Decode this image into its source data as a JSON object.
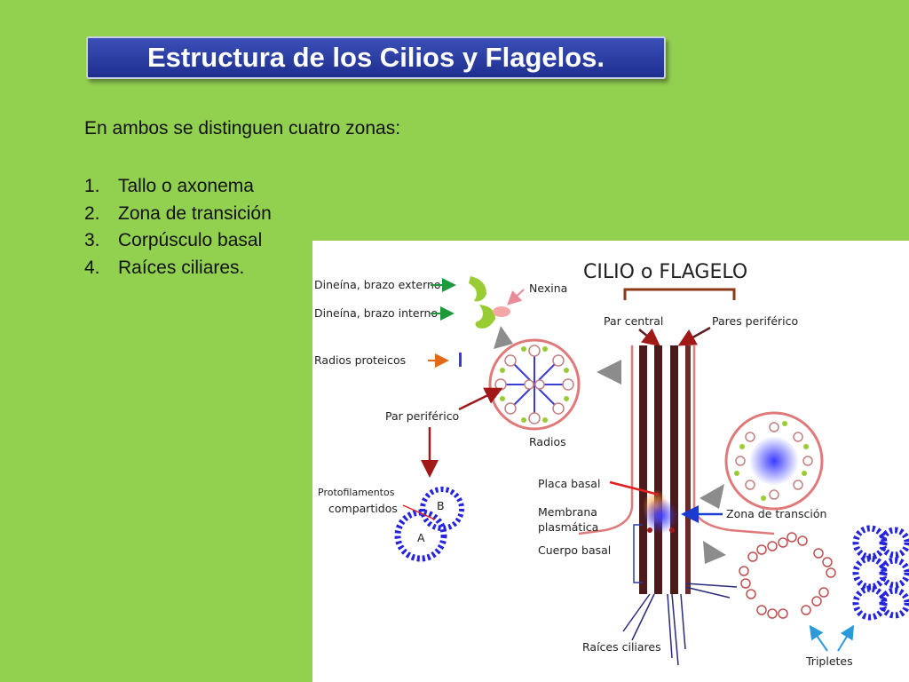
{
  "slide": {
    "title": "Estructura de los Cilios y Flagelos.",
    "intro": "En ambos se distinguen cuatro zonas:",
    "zones": [
      {
        "num": "1.",
        "label": "Tallo o axonema"
      },
      {
        "num": "2.",
        "label": "Zona de transición"
      },
      {
        "num": "3.",
        "label": "Corpúsculo basal"
      },
      {
        "num": "4.",
        "label": "Raíces ciliares."
      }
    ]
  },
  "figure": {
    "title": "CILIO o FLAGELO",
    "labels": {
      "dynein_outer": "Dineína, brazo externo",
      "dynein_inner": "Dineína, brazo interno",
      "nexin": "Nexina",
      "radial_spokes": "Radios proteicos",
      "peripheral_pair": "Par periférico",
      "spokes": "Radios",
      "protofilaments_1": "Protofilamentos",
      "protofilaments_2": "compartidos",
      "tubule_b": "B",
      "tubule_a": "A",
      "central_pair": "Par central",
      "peripheral_pairs": "Pares periférico",
      "basal_plate": "Placa basal",
      "plasma_membrane_1": "Membrana",
      "plasma_membrane_2": "plasmática",
      "basal_body": "Cuerpo basal",
      "transition_zone": "Zona de transción",
      "ciliary_roots": "Raíces ciliares",
      "triplets": "Tripletes"
    },
    "colors": {
      "background": "#92d050",
      "title_box": "#2a3ca3",
      "membrane": "#e07a7a",
      "microtubule": "#4b1a1a",
      "blue_dot": "#2323e0",
      "green_arm": "#99cc33",
      "arrow_red": "#a01818",
      "arrow_green": "#1e9a3c",
      "arrow_orange": "#e06a1a",
      "arrow_blue": "#1a3ad0",
      "arrow_gray": "#8c8c8c"
    }
  }
}
